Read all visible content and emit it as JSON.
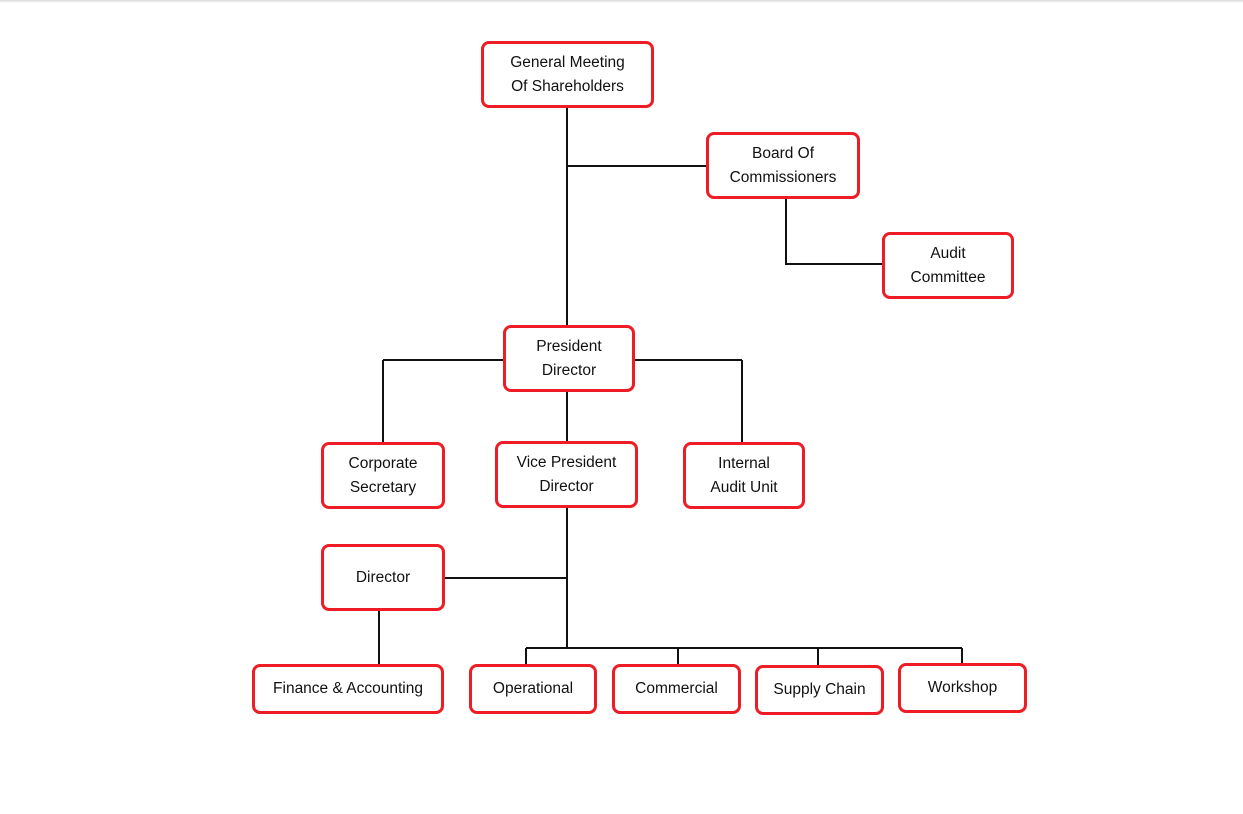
{
  "chart": {
    "nodes": {
      "general_meeting": [
        "General Meeting",
        "Of Shareholders"
      ],
      "board_of_commissioners": [
        "Board Of",
        "Commissioners"
      ],
      "audit_committee": [
        "Audit",
        "Committee"
      ],
      "president_director": [
        "President",
        "Director"
      ],
      "corporate_secretary": [
        "Corporate",
        "Secretary"
      ],
      "vice_president_director": [
        "Vice President",
        "Director"
      ],
      "internal_audit_unit": [
        "Internal",
        "Audit Unit"
      ],
      "director": [
        "Director"
      ],
      "finance_accounting": [
        "Finance & Accounting"
      ],
      "operational": [
        "Operational"
      ],
      "commercial": [
        "Commercial"
      ],
      "supply_chain": [
        "Supply Chain"
      ],
      "workshop": [
        "Workshop"
      ]
    },
    "colors": {
      "box_border": "#ee1c25",
      "connector": "#111111",
      "text": "#111111"
    }
  }
}
